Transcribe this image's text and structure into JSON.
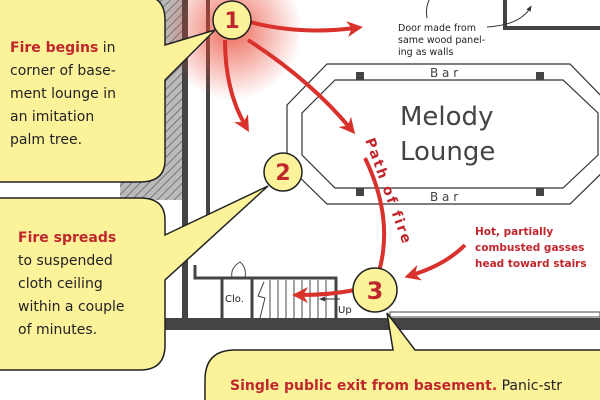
{
  "colors": {
    "bubble": "#fbf29a",
    "accent": "#d9312b",
    "wall": "#444444"
  },
  "steps": [
    {
      "number": "1",
      "title": "Fire begins",
      "text_lines": [
        " in",
        "corner of base-",
        "ment lounge in",
        "an imitation",
        "palm tree."
      ]
    },
    {
      "number": "2",
      "title": "Fire spreads",
      "text_lines": [
        "to suspended",
        "cloth ceiling",
        "within a couple",
        "of minutes."
      ]
    },
    {
      "number": "3",
      "title": "Single public exit from basement.",
      "text_lines": [
        " Panic-str"
      ]
    }
  ],
  "labels": {
    "door_note": [
      "Door made from",
      "same wood panel-",
      "ing as walls"
    ],
    "bar_top": "B a r",
    "bar_bottom": "B a r",
    "lounge_line1": "Melody",
    "lounge_line2": "Lounge",
    "path_of_fire": "Path of fire",
    "gasses": [
      "Hot, partially",
      "combusted gasses",
      "head toward stairs"
    ],
    "closet": "Clo.",
    "up": "Up"
  }
}
